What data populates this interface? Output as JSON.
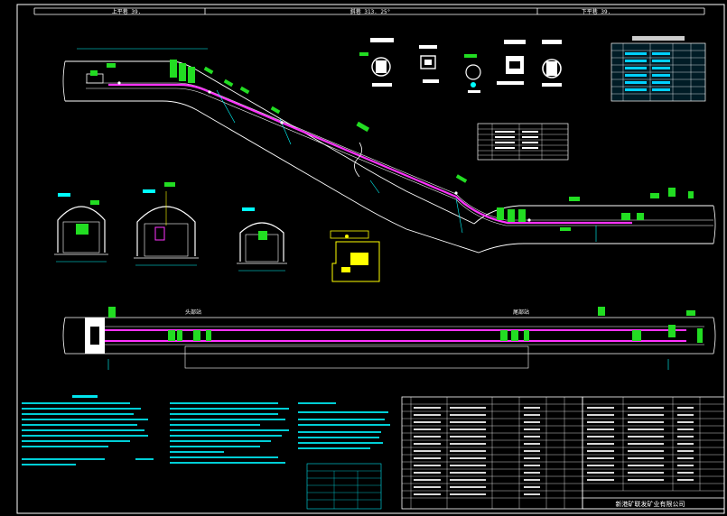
{
  "header": {
    "left_label": "上平巷 39.",
    "center_label": "斜巷 313. 25°",
    "right_label": "下平巷 39."
  },
  "plan_labels": {
    "left_station": "头部站",
    "right_station": "尾部站"
  },
  "title_block": {
    "company": "新港矿联发矿业有限公司"
  },
  "colors": {
    "background": "#000000",
    "frame": "#ffffff",
    "track": "#ff33ff",
    "tunnel": "#ffffff",
    "equipment": "#22dd22",
    "dimension": "#00ffff",
    "note_text": "#00e5ee",
    "callout": "#ffff00"
  }
}
